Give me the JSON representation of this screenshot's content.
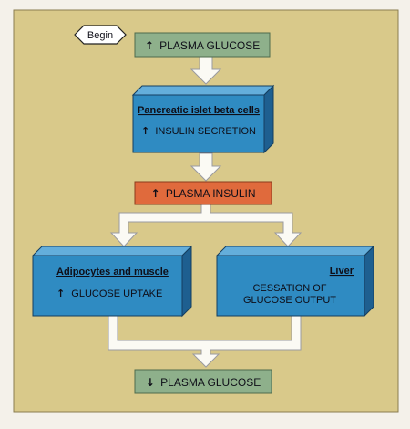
{
  "begin_label": "Begin",
  "colors": {
    "panel": "#d9c98a",
    "green_box": "#8eb08b",
    "blue_box": "#2f8bc2",
    "blue_side": "#1e5f90",
    "blue_top": "#64aedb",
    "orange_box": "#e06a3c",
    "arrow_fill": "#fbfaf4",
    "arrow_stroke": "#9a9aa0"
  },
  "nodes": {
    "plasma_glucose_up": {
      "arrow": "↑",
      "text": "PLASMA GLUCOSE"
    },
    "beta_cells": {
      "title": "Pancreatic islet beta cells",
      "arrow": "↑",
      "text": "INSULIN SECRETION"
    },
    "plasma_insulin_up": {
      "arrow": "↑",
      "text": "PLASMA INSULIN"
    },
    "adipocytes": {
      "title": "Adipocytes and muscle",
      "arrow": "↑",
      "text": "GLUCOSE UPTAKE"
    },
    "liver": {
      "title": "Liver",
      "line1": "CESSATION OF",
      "line2": "GLUCOSE OUTPUT"
    },
    "plasma_glucose_down": {
      "arrow": "↓",
      "text": "PLASMA GLUCOSE"
    }
  }
}
